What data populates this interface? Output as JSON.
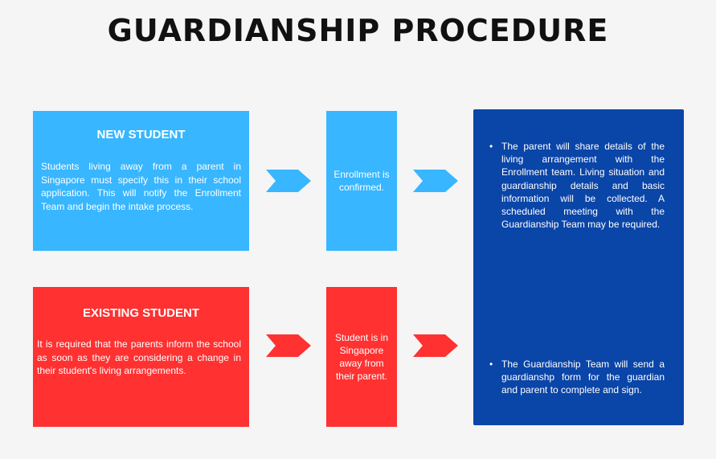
{
  "title": "GUARDIANSHIP PROCEDURE",
  "new_student": {
    "heading": "NEW STUDENT",
    "text": "Students living away from a parent in Singapore must specify this in their school application. This will notify the Enrollment Team and begin the intake process.",
    "next_step": "Enrollment is confirmed."
  },
  "existing_student": {
    "heading": "EXISTING STUDENT",
    "text": "It is required that the parents inform the school as soon as they are considering a change in their student's living arrangements.",
    "next_step": "Student is in Singapore away from their parent."
  },
  "outcome": {
    "bullet_symbol": "•",
    "bullets": [
      "The parent will share details of the living arrangement with the Enrollment team. Living situation and guardianship details and basic information will be collected. A scheduled meeting with the Guardianship Team may be required.",
      "The Guardianship Team will send a guardianshp form for the guardian and parent to complete and sign."
    ]
  },
  "colors": {
    "new_student": "#38b6ff",
    "existing_student": "#ff3131",
    "outcome": "#0a45a8",
    "arrow_blue": "#38b6ff",
    "arrow_red": "#ff3131"
  }
}
